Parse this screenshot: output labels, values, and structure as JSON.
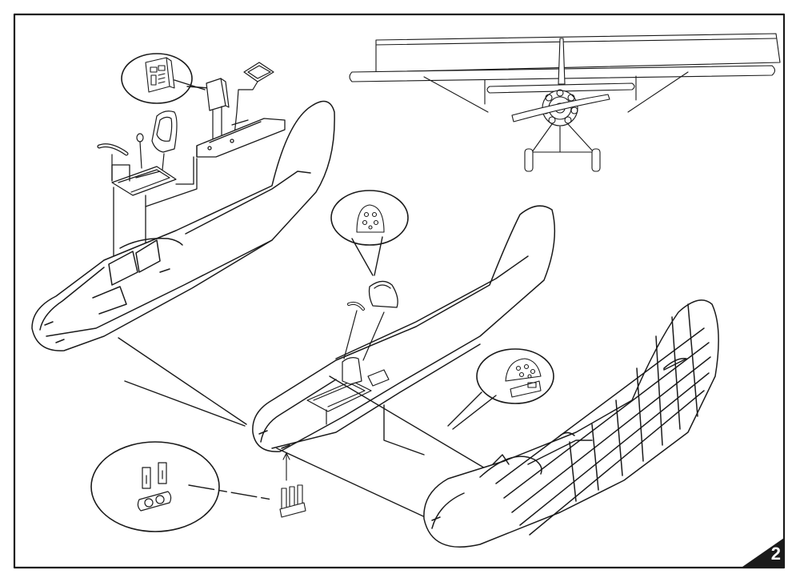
{
  "page": {
    "step_number": "2",
    "ink_color": "#1a1a1a",
    "part_fill": "#ffffff",
    "background": "#ffffff"
  },
  "parts": [
    {
      "name": "instrument-panel-box"
    },
    {
      "name": "radio-unit"
    },
    {
      "name": "compass-plate"
    },
    {
      "name": "cockpit-floor"
    },
    {
      "name": "pilot-seat"
    },
    {
      "name": "control-stick"
    },
    {
      "name": "seat-belt-bar"
    },
    {
      "name": "rudder-pedals"
    },
    {
      "name": "instrument-panel"
    },
    {
      "name": "windscreen"
    },
    {
      "name": "fuselage-left-half"
    },
    {
      "name": "fuselage-right-half"
    }
  ],
  "icons": [
    "three-view-aircraft-icon",
    "step-number-badge-icon",
    "magnifier-callout-icon"
  ]
}
